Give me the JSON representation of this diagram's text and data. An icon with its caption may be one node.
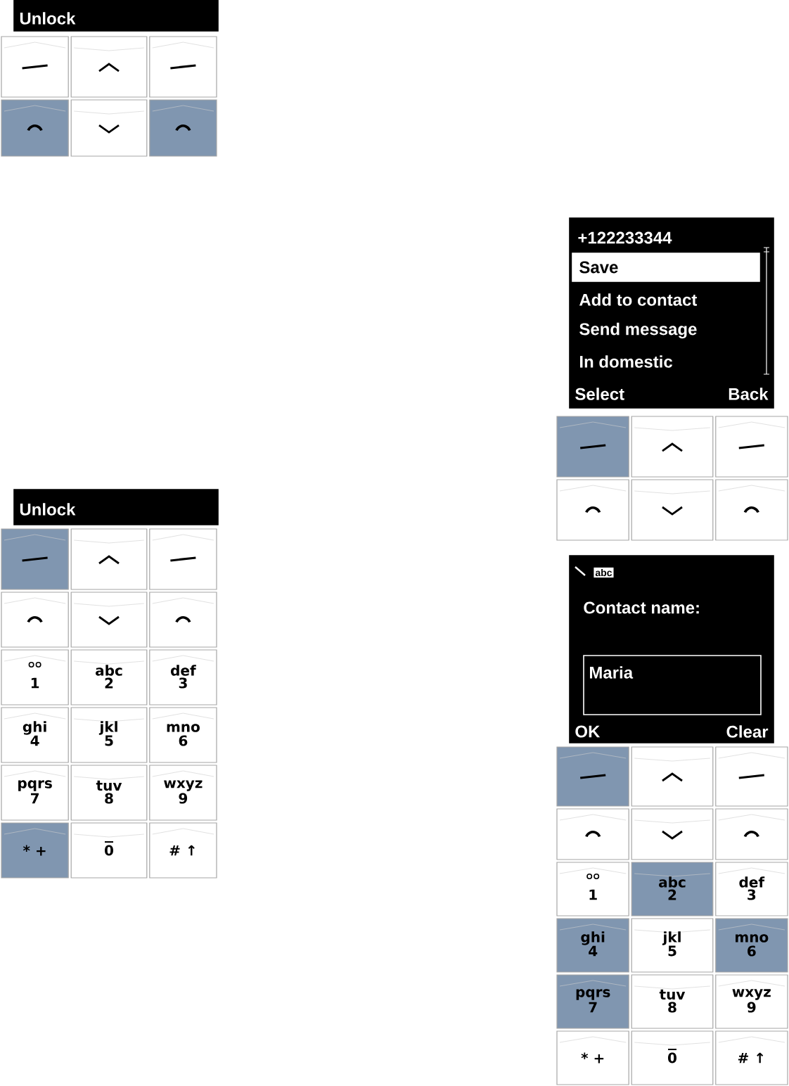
{
  "diagram": {
    "nodes": [
      {
        "text": [
          "Unlock"
        ]
      },
      {
        "text": [
          "+122233344",
          "Add to contact",
          "Send message",
          "In domestic",
          "Select",
          "Back"
        ]
      },
      {
        "text": [
          "Save"
        ],
        "in": 1
      },
      {
        "text": [
          "Unlock"
        ]
      },
      {
        "text": [
          "abc",
          "Contact name:",
          "OK",
          "Clear"
        ]
      },
      {
        "text": [
          "Maria"
        ],
        "in": 4
      }
    ],
    "labels": [
      "1",
      "abc",
      "2",
      "def",
      "3",
      "ghi",
      "4",
      "jkl",
      "5",
      "mno",
      "6",
      "pqrs",
      "7",
      "tuv",
      "8",
      "wxyz",
      "9",
      "* +",
      "0",
      "# ↑",
      "1",
      "abc",
      "2",
      "def",
      "3",
      "ghi",
      "4",
      "jkl",
      "5",
      "mno",
      "6",
      "pqrs",
      "7",
      "tuv",
      "8",
      "wxyz",
      "9",
      "* +",
      "0",
      "# ↑"
    ]
  }
}
